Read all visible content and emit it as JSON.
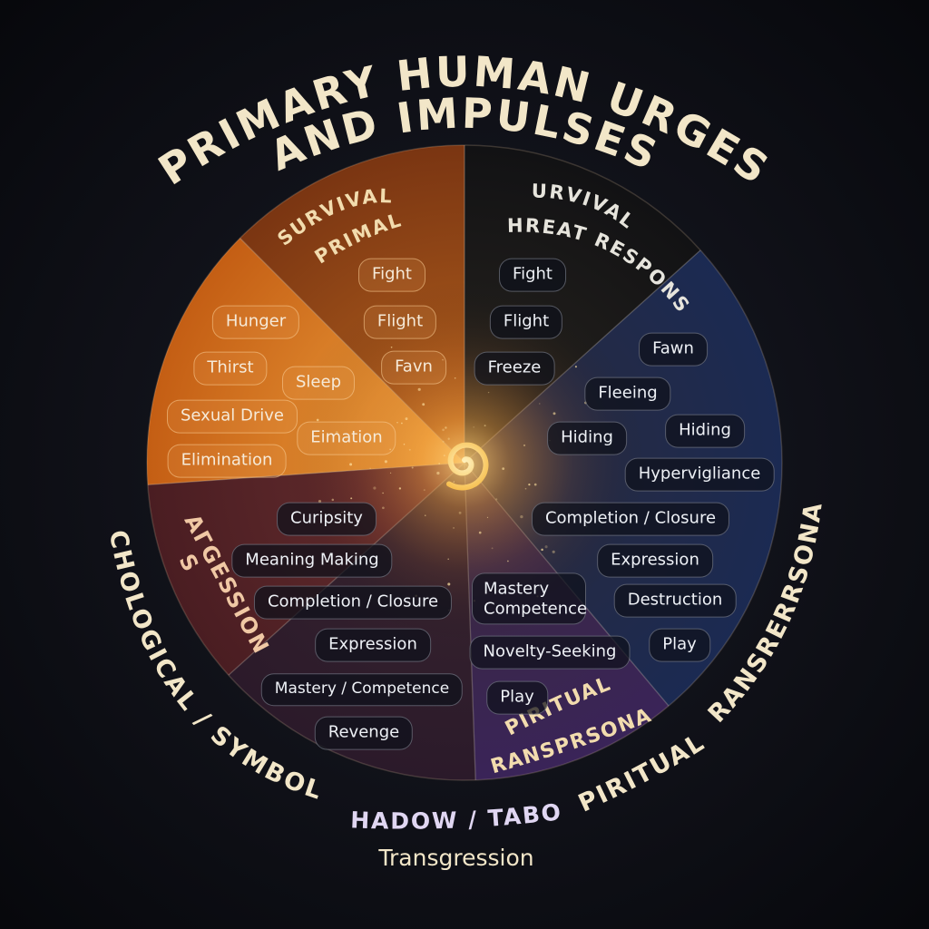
{
  "title": {
    "line1": "PRIMARY HUMAN URGES",
    "line2": "AND IMPULSES"
  },
  "sections": {
    "survival_primal": {
      "line1": "SURVIVAL /",
      "line2": "PRIMAL"
    },
    "survival_threat": {
      "line1": "SURVIVAL /",
      "line2": "THREAT RESPONSE"
    },
    "aggression": {
      "line1": "AГGESSION",
      "line2": "S"
    },
    "spiritual_inner": {
      "line1": "SPIRITUAL /",
      "line2": "TRANSPRSONAL"
    }
  },
  "outer_labels": {
    "psychological": "PSCHOLOGICAL / SYMBOLIC",
    "shadow": "SHADOW / TABOO",
    "transgression": "Transgression",
    "spiritual_left": "SPIRITUAL /",
    "spiritual_right": "TRANSRERRSONAL"
  },
  "urges": {
    "fight_1": "Fight",
    "flight_1": "Flight",
    "favn": "Favn",
    "hunger": "Hunger",
    "thirst": "Thirst",
    "sleep": "Sleep",
    "sexual_drive": "Sexual Drive",
    "eimation": "Eimation",
    "elimination": "Elimination",
    "fight_2": "Fight",
    "flight_2": "Flight",
    "freeze": "Freeze",
    "fawn": "Fawn",
    "fleeing": "Fleeing",
    "hiding_1": "Hiding",
    "hiding_2": "Hiding",
    "hypervigilance": "Hypervigliance",
    "completion_closure_right": "Completion / Closure",
    "expression_right": "Expression",
    "destruction": "Destruction",
    "play_right": "Play",
    "curiosity": "Curipsity",
    "meaning_making": "Meaning Making",
    "completion_closure_left": "Completion / Closure",
    "expression_left": "Expression",
    "mastery_competence_left": "Mastery / Competence",
    "revenge": "Revenge",
    "mastery_competence_bottom": "Mastery Competence",
    "novelty_seeking": "Novelty-Seeking",
    "play_bottom": "Play"
  }
}
